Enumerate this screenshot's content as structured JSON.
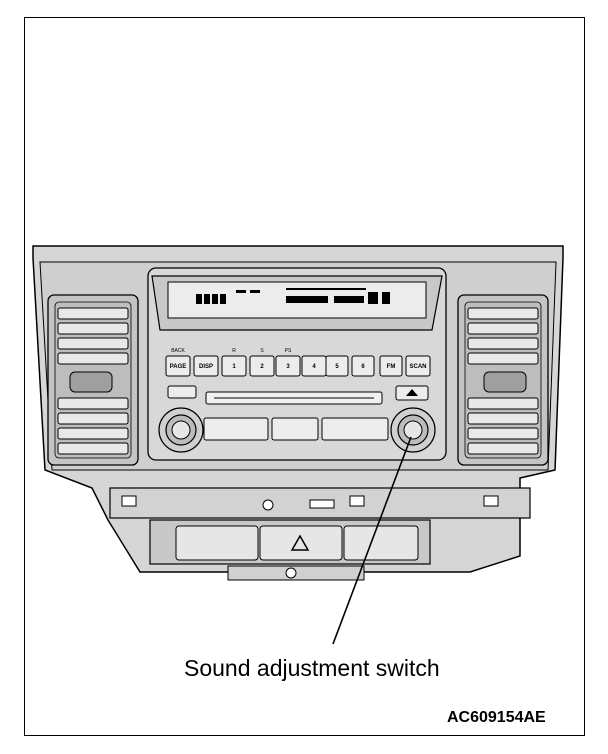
{
  "callout_label": "Sound adjustment switch",
  "figure_code": "AC609154AE",
  "panel": {
    "buttons": [
      "PAGE",
      "DISP",
      "1",
      "2",
      "3",
      "4",
      "5",
      "6",
      "FM",
      "SCAN"
    ],
    "button_captions": [
      "BACK",
      "R",
      "S",
      "PS"
    ]
  },
  "colors": {
    "line": "#000000",
    "panel": "#d0d0d0",
    "panel_dark": "#b4b4b4",
    "background": "#ffffff"
  }
}
